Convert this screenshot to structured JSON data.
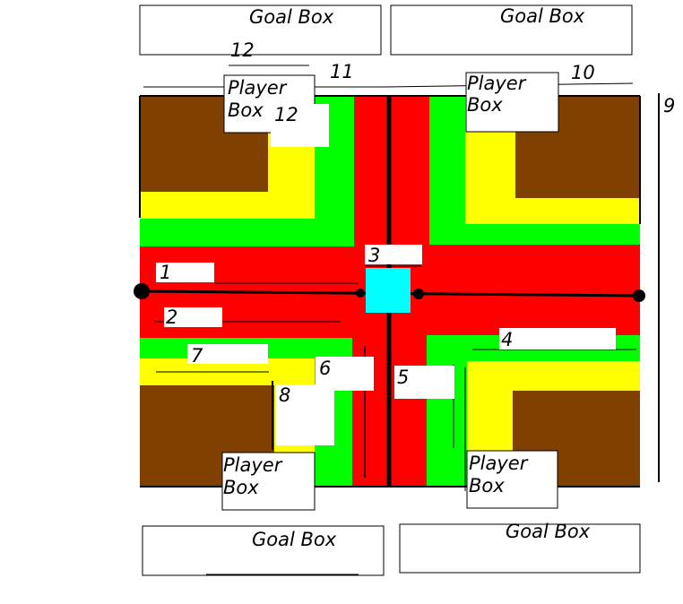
{
  "colors": {
    "outer_zone": "#ff0000",
    "green_zone": "#00ff00",
    "yellow_zone": "#ffff00",
    "brown_zone": "#804000",
    "center_marker": "#00ffff",
    "line": "#000000",
    "box": "#ffffff"
  },
  "goal_boxes": {
    "top_left": "Goal Box",
    "top_right": "Goal Box",
    "bottom_left": "Goal Box",
    "bottom_right": "Goal Box"
  },
  "player_boxes": {
    "top_left": [
      "Player",
      "Box"
    ],
    "top_right": [
      "Player",
      "Box"
    ],
    "bottom_left": [
      "Player",
      "Box"
    ],
    "bottom_right": [
      "Player",
      "Box"
    ]
  },
  "numbers": {
    "n1": "1",
    "n2": "2",
    "n3": "3",
    "n4": "4",
    "n5": "5",
    "n6": "6",
    "n7": "7",
    "n8": "8",
    "n9": "9",
    "n10": "10",
    "n11": "11",
    "n12_top": "12",
    "n12_inner": "12"
  }
}
